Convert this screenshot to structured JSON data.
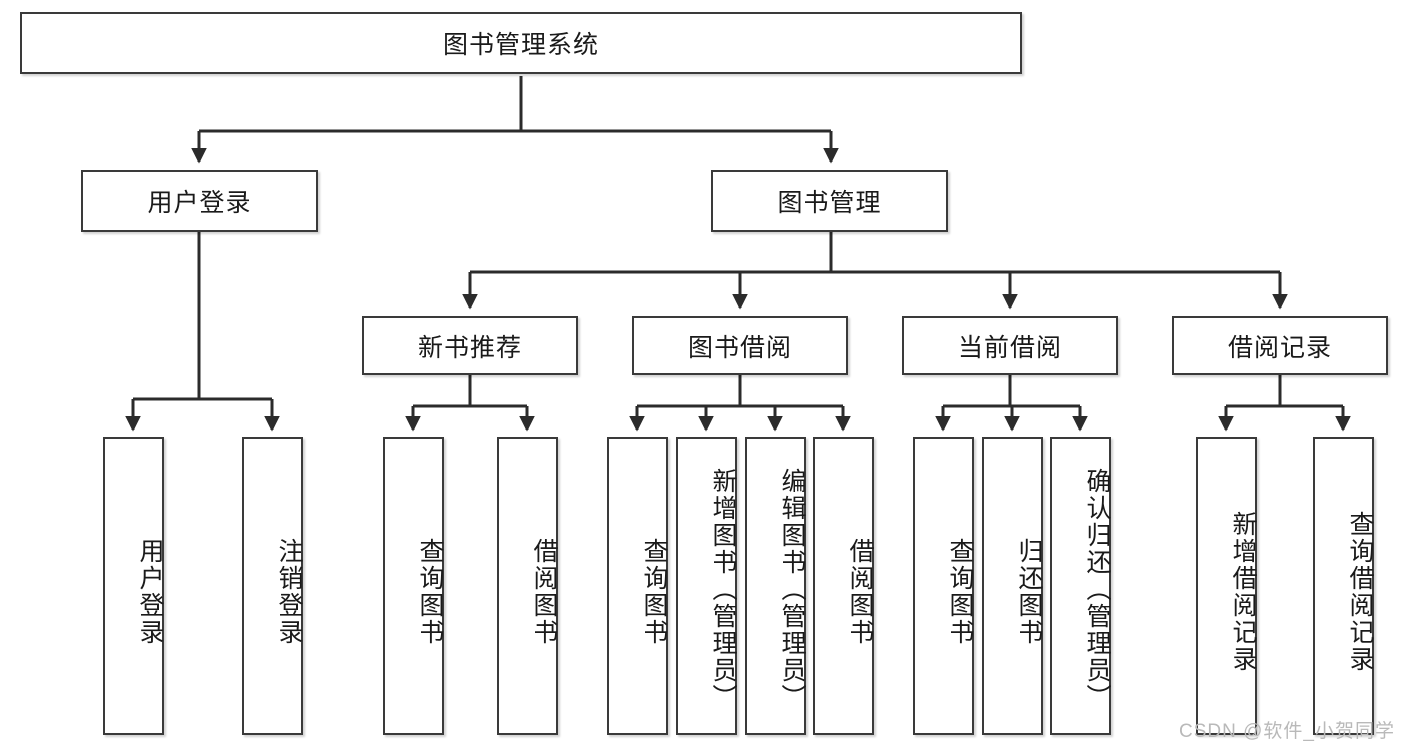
{
  "diagram": {
    "title": "图书管理系统",
    "type": "hierarchy-tree",
    "root": {
      "id": "root",
      "label": "图书管理系统"
    },
    "level2": [
      {
        "id": "user-login",
        "label": "用户登录"
      },
      {
        "id": "book-manage",
        "label": "图书管理"
      }
    ],
    "level3": [
      {
        "id": "new-book-recommend",
        "label": "新书推荐",
        "parent": "book-manage"
      },
      {
        "id": "book-borrow",
        "label": "图书借阅",
        "parent": "book-manage"
      },
      {
        "id": "current-borrow",
        "label": "当前借阅",
        "parent": "book-manage"
      },
      {
        "id": "borrow-record",
        "label": "借阅记录",
        "parent": "book-manage"
      }
    ],
    "leaves": [
      {
        "id": "leaf-user-login",
        "label": "用户登录",
        "parent": "user-login"
      },
      {
        "id": "leaf-user-logout",
        "label": "注销登录",
        "parent": "user-login"
      },
      {
        "id": "leaf-query-book-1",
        "label": "查询图书",
        "parent": "new-book-recommend"
      },
      {
        "id": "leaf-borrow-book-1",
        "label": "借阅图书",
        "parent": "new-book-recommend"
      },
      {
        "id": "leaf-query-book-2",
        "label": "查询图书",
        "parent": "book-borrow"
      },
      {
        "id": "leaf-add-book",
        "label": "新增图书（管理员）",
        "parent": "book-borrow"
      },
      {
        "id": "leaf-edit-book",
        "label": "编辑图书（管理员）",
        "parent": "book-borrow"
      },
      {
        "id": "leaf-borrow-book-2",
        "label": "借阅图书",
        "parent": "book-borrow"
      },
      {
        "id": "leaf-query-book-3",
        "label": "查询图书",
        "parent": "current-borrow"
      },
      {
        "id": "leaf-return-book",
        "label": "归还图书",
        "parent": "current-borrow"
      },
      {
        "id": "leaf-confirm-return",
        "label": "确认归还（管理员）",
        "parent": "current-borrow"
      },
      {
        "id": "leaf-add-record",
        "label": "新增借阅记录",
        "parent": "borrow-record"
      },
      {
        "id": "leaf-query-record",
        "label": "查询借阅记录",
        "parent": "borrow-record"
      }
    ],
    "watermark": "CSDN @软件_小贺同学",
    "colors": {
      "box_border": "#3a3a3a",
      "box_fill": "#ffffff",
      "connector": "#2b2b2b",
      "text": "#1a1a1a",
      "watermark": "#b9b9b9"
    }
  }
}
